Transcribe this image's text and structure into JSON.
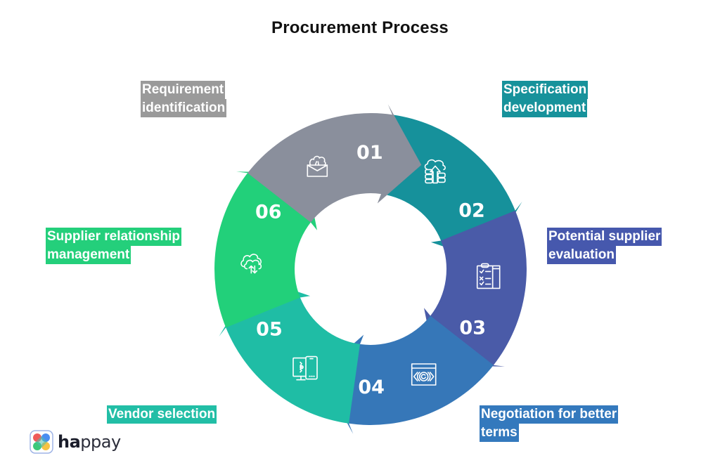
{
  "title": "Procurement Process",
  "steps": [
    {
      "number": "01",
      "label_lines": [
        "Requirement",
        "identification"
      ],
      "color": "#8a8f9c",
      "label_bg": "#9a9a9a",
      "icon": "inbox-growth-icon"
    },
    {
      "number": "02",
      "label_lines": [
        "Specification",
        "development"
      ],
      "color": "#16919b",
      "label_bg": "#17929b",
      "icon": "cloud-upload-server-icon"
    },
    {
      "number": "03",
      "label_lines": [
        "Potential supplier",
        "evaluation"
      ],
      "color": "#4a5ba8",
      "label_bg": "#4658ad",
      "icon": "clipboard-checklist-icon"
    },
    {
      "number": "04",
      "label_lines": [
        "Negotiation for better",
        "terms"
      ],
      "color": "#3677b8",
      "label_bg": "#3479bd",
      "icon": "browser-exchange-icon"
    },
    {
      "number": "05",
      "label_lines": [
        "Vendor selection"
      ],
      "color": "#1fbda5",
      "label_bg": "#22bea6",
      "icon": "devices-settings-icon"
    },
    {
      "number": "06",
      "label_lines": [
        "Supplier relationship",
        "management"
      ],
      "color": "#22d07a",
      "label_bg": "#24cf7b",
      "icon": "cloud-sync-icon"
    }
  ],
  "logo": {
    "bold": "ha",
    "light": "ppay"
  }
}
